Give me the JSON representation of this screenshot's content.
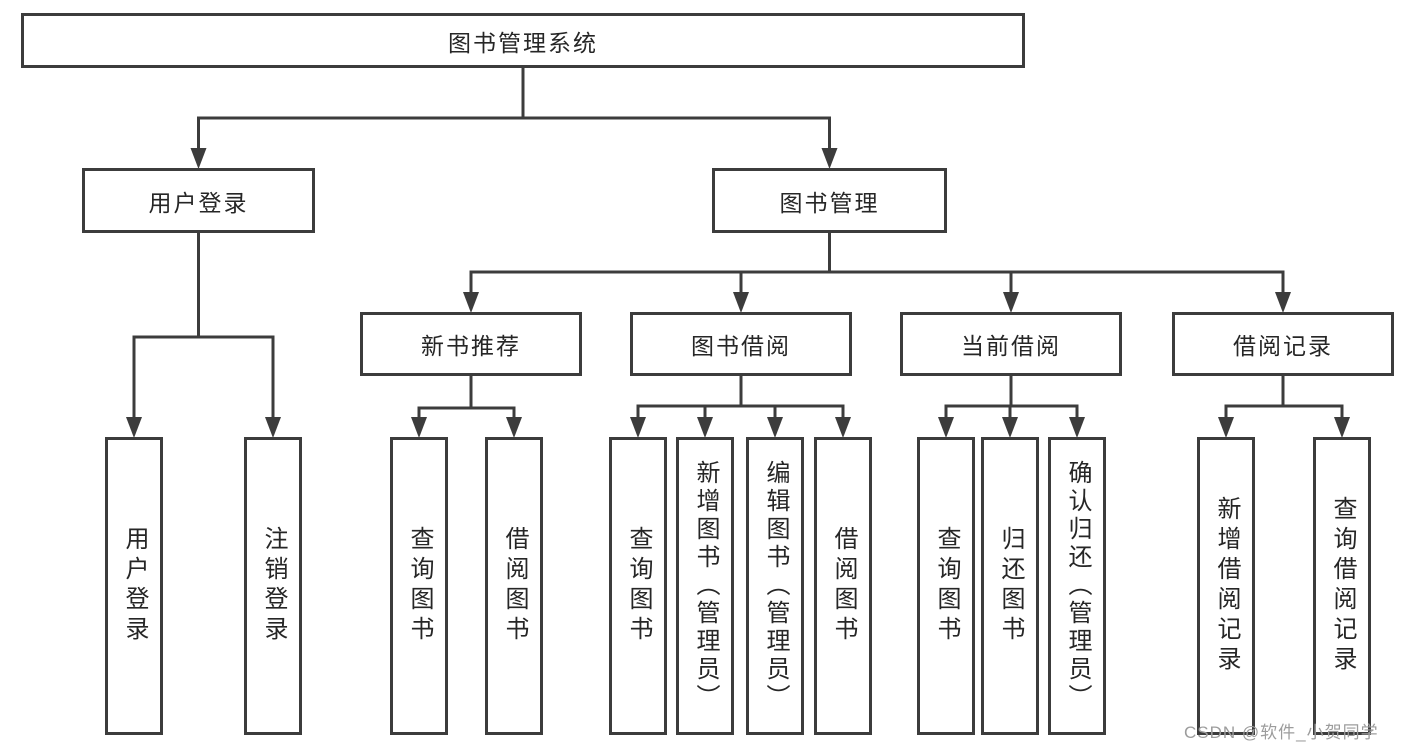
{
  "watermark": {
    "text": "CSDN @软件_小贺同学",
    "color": "#9c9c9c"
  },
  "colors": {
    "line": "#3c3c3c",
    "box_border": "#3c3c3c",
    "text": "#262626",
    "background": "#ffffff"
  },
  "tree": {
    "root": {
      "label": "图书管理系统",
      "children": [
        {
          "label": "用户登录",
          "children": [
            {
              "label": "用户登录"
            },
            {
              "label": "注销登录"
            }
          ]
        },
        {
          "label": "图书管理",
          "children": [
            {
              "label": "新书推荐",
              "children": [
                {
                  "label": "查询图书"
                },
                {
                  "label": "借阅图书"
                }
              ]
            },
            {
              "label": "图书借阅",
              "children": [
                {
                  "label": "查询图书"
                },
                {
                  "label": "新增图书（管理员）"
                },
                {
                  "label": "编辑图书（管理员）"
                },
                {
                  "label": "借阅图书"
                }
              ]
            },
            {
              "label": "当前借阅",
              "children": [
                {
                  "label": "查询图书"
                },
                {
                  "label": "归还图书"
                },
                {
                  "label": "确认归还（管理员）"
                }
              ]
            },
            {
              "label": "借阅记录",
              "children": [
                {
                  "label": "新增借阅记录"
                },
                {
                  "label": "查询借阅记录"
                }
              ]
            }
          ]
        }
      ]
    }
  }
}
